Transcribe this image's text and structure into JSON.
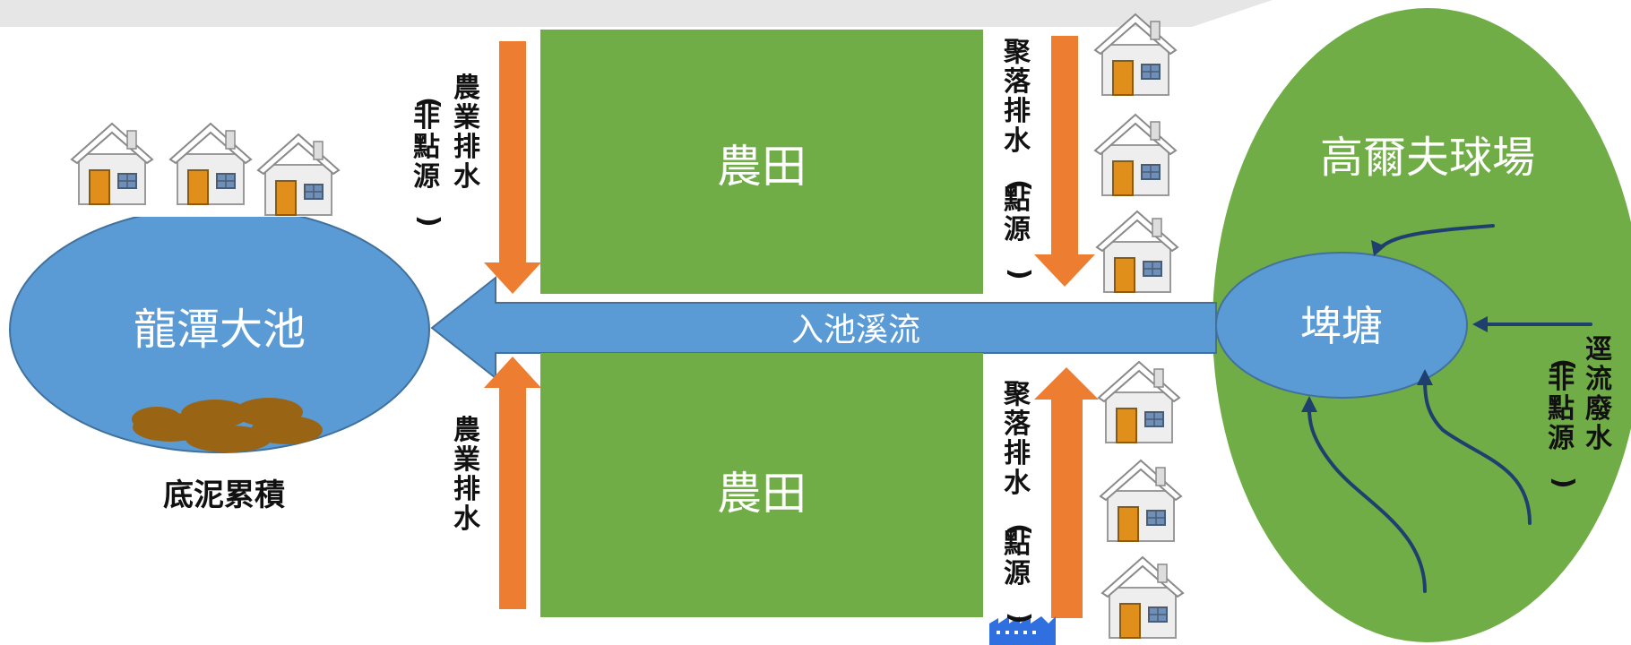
{
  "labels": {
    "pond": "龍潭大池",
    "sediment": "底泥累積",
    "stream": "入池溪流",
    "farmland_top": "農田",
    "farmland_bottom": "農田",
    "golf_course": "高爾夫球場",
    "reservoir": "埤塘",
    "agri_top_main": "農業排水",
    "agri_top_paren": "(非點源)",
    "agri_bottom_main": "農業排水",
    "village_top_main": "聚落排水",
    "village_top_paren": "(點源)",
    "village_bottom_main": "聚落排水",
    "village_bottom_paren": "(點源)",
    "runoff_main": "逕流廢水",
    "runoff_paren": "(非點源)"
  },
  "colors": {
    "water": "#5b9bd5",
    "water_stroke": "#41719c",
    "field": "#70ad47",
    "golf": "#70ad47",
    "arrow_orange": "#ed7d31",
    "flow_dark": "#1f3f6f",
    "sediment": "#996515",
    "label_light": "#ffffff",
    "label_dark": "#111111"
  }
}
